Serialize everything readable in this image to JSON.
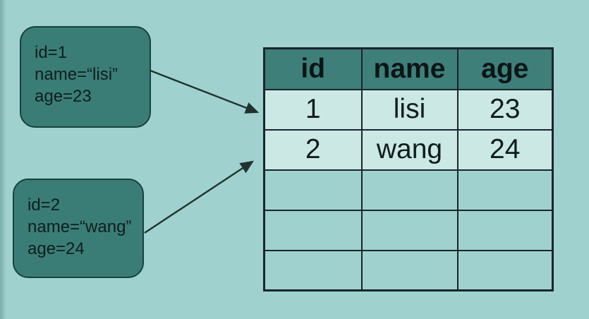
{
  "records": [
    {
      "lines": [
        "id=1",
        "name=“lisi”",
        "age=23"
      ]
    },
    {
      "lines": [
        "id=2",
        "name=“wang”",
        "age=24"
      ]
    }
  ],
  "table": {
    "headers": [
      "id",
      "name",
      "age"
    ],
    "rows": [
      [
        "1",
        "lisi",
        "23"
      ],
      [
        "2",
        "wang",
        "24"
      ],
      [
        "",
        "",
        ""
      ],
      [
        "",
        "",
        ""
      ],
      [
        "",
        "",
        ""
      ]
    ]
  },
  "colors": {
    "background": "#9fd2ce",
    "record_box_fill": "#3a7d77",
    "record_box_border": "#16413d",
    "table_header_fill": "#3f7f7a",
    "table_filled_row_fill": "#cbe8e4",
    "table_empty_row_fill": "#9fd2ce",
    "table_border": "#1a242c",
    "arrow": "#20322f",
    "text": "#0e1d1c"
  }
}
